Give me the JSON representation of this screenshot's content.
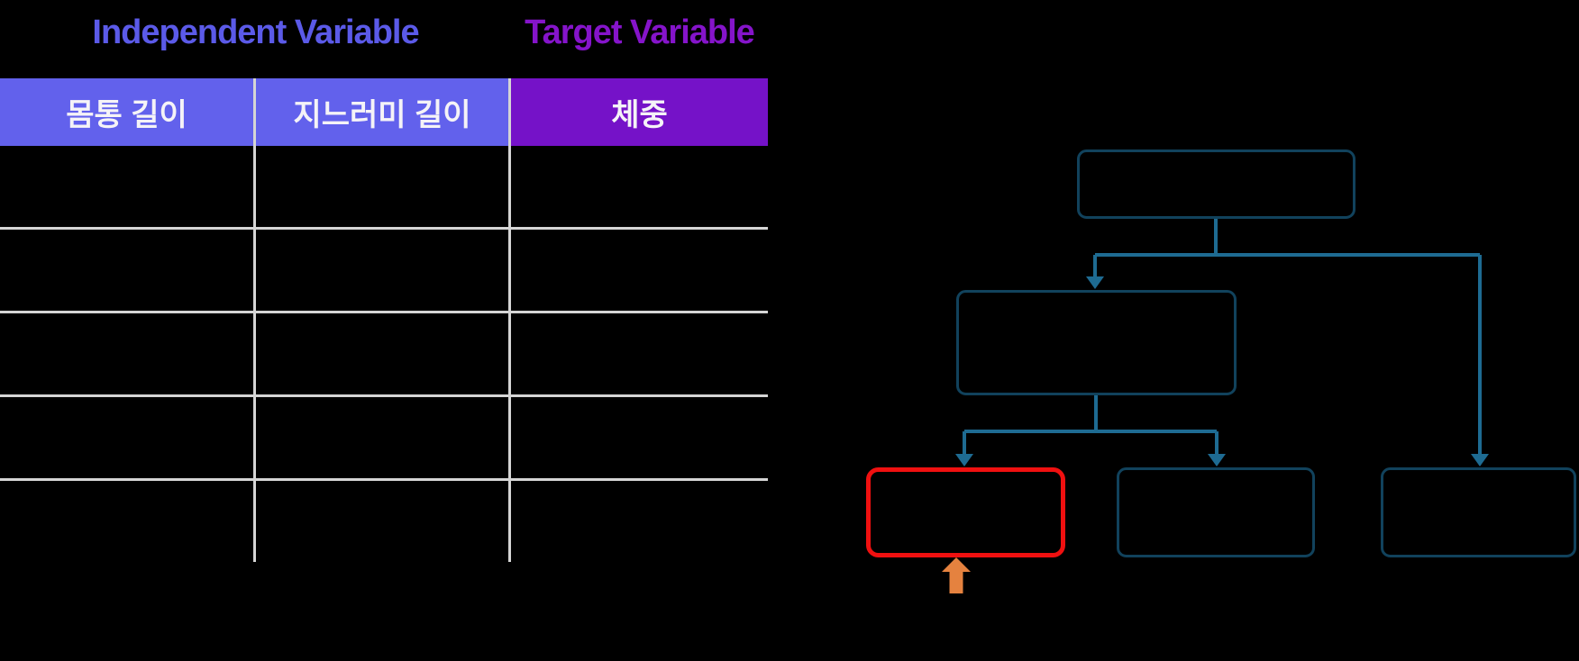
{
  "colors": {
    "background": "#000000",
    "label_blue": "#5B5AE8",
    "label_purple": "#8514CA",
    "header_blue": "#6261EC",
    "header_purple": "#7512C8",
    "header_text": "#F5F3F7",
    "grid": "#D5D5D5",
    "connector": "#1E6B92",
    "node_border": "#11425C",
    "highlight": "#F01010",
    "pointer": "#E5823F"
  },
  "labels": {
    "independent_variable": "Independent Variable",
    "target_variable": "Target Variable"
  },
  "table": {
    "columns": [
      {
        "label": "몸통 길이"
      },
      {
        "label": "지느러미 길이"
      },
      {
        "label": "체중"
      }
    ],
    "rows": [
      [
        "",
        "",
        ""
      ],
      [
        "",
        "",
        ""
      ],
      [
        "",
        "",
        ""
      ],
      [
        "",
        "",
        ""
      ],
      [
        "",
        "",
        ""
      ]
    ]
  },
  "tree": {
    "description": "decision tree with empty nodes",
    "node_labels": {
      "root": "",
      "internal": "",
      "leaf_highlighted": "",
      "leaf_middle": "",
      "leaf_right": ""
    }
  }
}
